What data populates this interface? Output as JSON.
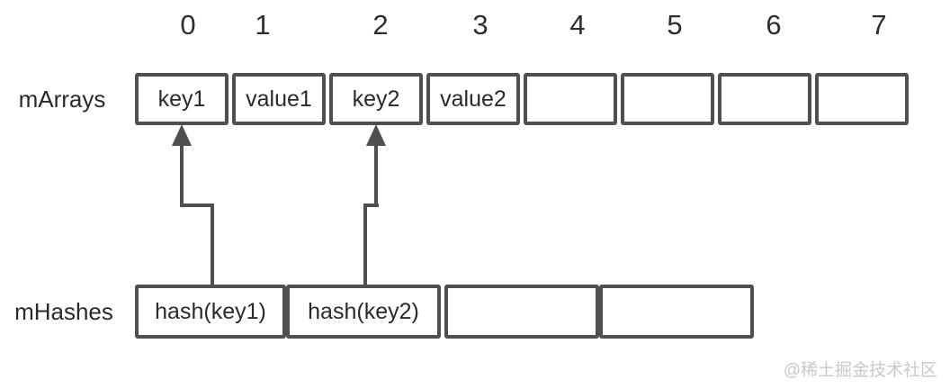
{
  "diagram": {
    "indices": [
      "0",
      "1",
      "2",
      "3",
      "4",
      "5",
      "6",
      "7"
    ],
    "mArrays": {
      "label": "mArrays",
      "cells": [
        "key1",
        "value1",
        "key2",
        "value2",
        "",
        "",
        "",
        ""
      ]
    },
    "mHashes": {
      "label": "mHashes",
      "cells": [
        "hash(key1)",
        "hash(key2)",
        "",
        ""
      ]
    },
    "connectors": [
      {
        "from": "mHashes.cells.0",
        "to": "mArrays.cells.0"
      },
      {
        "from": "mHashes.cells.1",
        "to": "mArrays.cells.2"
      }
    ],
    "watermark": "@稀土掘金技术社区",
    "colors": {
      "line": "#4f4f4f",
      "text": "#2a2a2a",
      "watermark": "#c9c9c9",
      "background": "#ffffff"
    }
  }
}
